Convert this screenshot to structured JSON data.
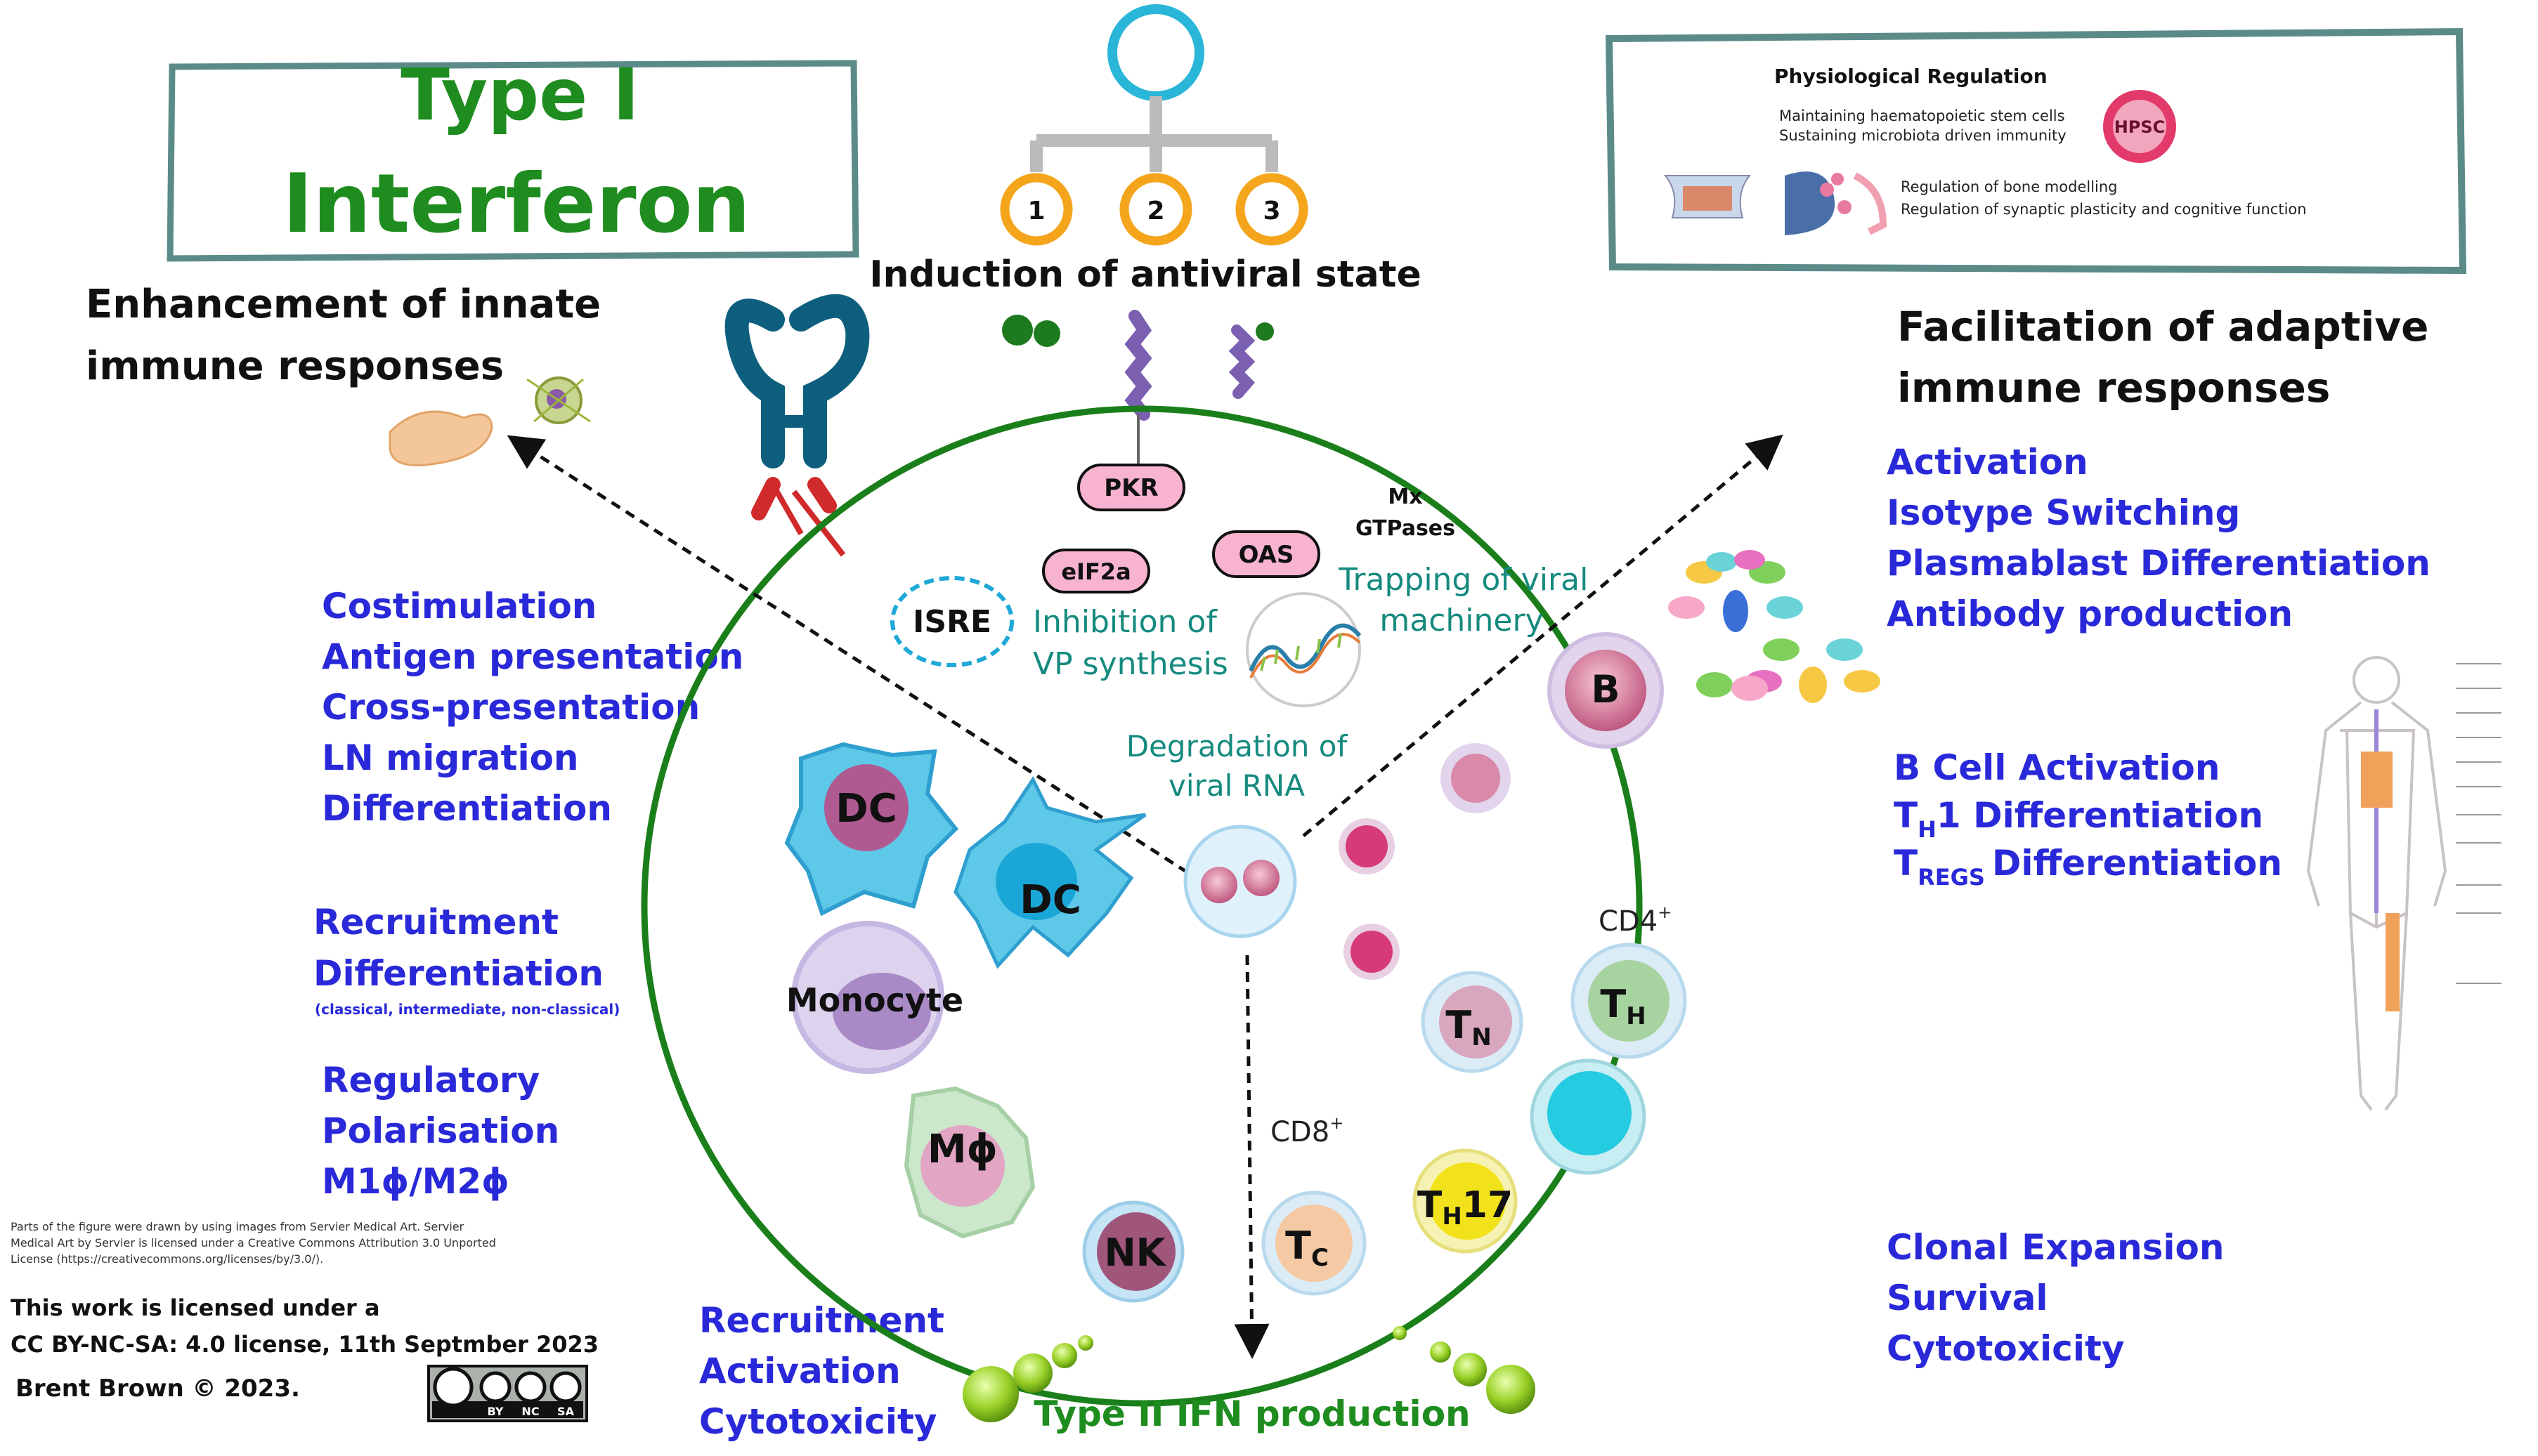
{
  "title": {
    "line1": "Type I",
    "line2": "Interferon"
  },
  "induction": {
    "heading": "Induction of antiviral state",
    "steps": [
      "1",
      "2",
      "3"
    ]
  },
  "physio": {
    "heading": "Physiological Regulation",
    "line1": "Maintaining haematopoietic stem cells",
    "line2": "Sustaining microbiota driven immunity",
    "badge": "HPSC",
    "line3": "Regulation of bone modelling",
    "line4": "Regulation of synaptic plasticity and cognitive function"
  },
  "innate": {
    "heading_line1": "Enhancement of innate",
    "heading_line2": "immune responses",
    "dc_list": [
      "Costimulation",
      "Antigen presentation",
      "Cross-presentation",
      "LN migration",
      "Differentiation"
    ],
    "mono_list": [
      "Recruitment",
      "Differentiation"
    ],
    "mono_note": "(classical, intermediate, non-classical)",
    "mac_list": [
      "Regulatory",
      "Polarisation",
      "M1ϕ/M2ϕ"
    ],
    "nk_list": [
      "Recruitment",
      "Activation",
      "Cytotoxicity"
    ]
  },
  "adaptive": {
    "heading_line1": "Facilitation of adaptive",
    "heading_line2": "immune responses",
    "b_list": [
      "Activation",
      "Isotype Switching",
      "Plasmablast Differentiation",
      "Antibody production"
    ],
    "t_list": [
      "B Cell Activation",
      "1 Differentiation",
      "Differentiation"
    ],
    "t_sub_h": "H",
    "t_prefix": "T",
    "t_sub_regs": "REGS",
    "tc_list": [
      "Clonal Expansion",
      "Survival",
      "Cytotoxicity"
    ]
  },
  "circle": {
    "pkr": "PKR",
    "eif2a": "eIF2a",
    "oas": "OAS",
    "mx_line1": "Mx",
    "mx_line2": "GTPases",
    "isre": "ISRE",
    "inhibition_line1": "Inhibition of",
    "inhibition_line2": "VP  synthesis",
    "trapping_line1": "Trapping of viral",
    "trapping_line2": "machinery",
    "degradation_line1": "Degradation of",
    "degradation_line2": "viral RNA",
    "cd4": "CD4",
    "cd8": "CD8",
    "plus": "+",
    "type2": "Type II IFN production"
  },
  "cells": {
    "dc": "DC",
    "monocyte": "Monocyte",
    "macrophage": "Mϕ",
    "nk": "NK",
    "b": "B",
    "t_letter": "T",
    "tn_sub": "N",
    "th_sub": "H",
    "tc_sub": "C",
    "th17_sub": "H",
    "th17_num": "17"
  },
  "credits": {
    "servier_line1": "Parts of the figure were drawn by using images from Servier Medical Art. Servier",
    "servier_line2": "Medical Art by Servier is licensed under a Creative Commons Attribution 3.0 Unported",
    "servier_line3": "License (https://creativecommons.org/licenses/by/3.0/).",
    "license_line1": "This work is licensed under a",
    "license_line2": "CC BY-NC-SA: 4.0 license, 11th Septmber  2023",
    "author": "Brent Brown © 2023.",
    "cc_badge_labels": [
      "BY",
      "NC",
      "SA"
    ]
  },
  "colors": {
    "accent_green": "#1e8c1e",
    "list_blue": "#2929d9",
    "teal_text": "#158a7e",
    "circle_green": "#1a7f1a"
  }
}
